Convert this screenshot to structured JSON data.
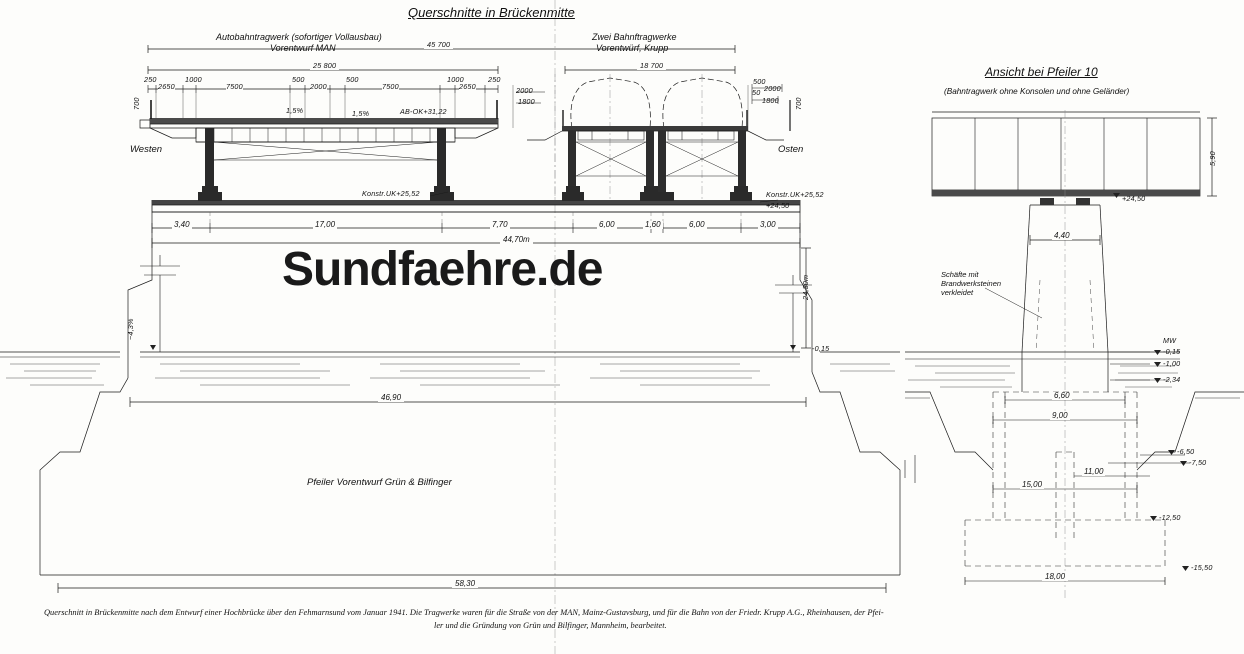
{
  "sheet": {
    "title": "Querschnitte in Brückenmitte",
    "watermark": "Sundfaehre.de",
    "caption_line1": "Querschnitt in Brückenmitte nach dem Entwurf einer Hochbrücke über den Fehmarnsund vom Januar 1941. Die Tragwerke waren für die Straße von der MAN, Mainz-Gustavsburg, und für die Bahn von der Friedr. Krupp A.G., Rheinhausen, der Pfei-",
    "caption_line2": "ler und die Gründung von Grün und Bilfinger, Mannheim, bearbeitet."
  },
  "left_section": {
    "heading_road_1": "Autobahntragwerk (sofortiger Vollausbau)",
    "heading_road_2": "Vorentwurf MAN",
    "heading_rail_1": "Zwei Bahnftragwerke",
    "heading_rail_2": "Vorentwürf, Krupp",
    "orientation_west": "Westen",
    "orientation_east": "Osten",
    "pier_note": "Pfeiler Vorentwurf Grün & Bilfinger",
    "level_konstr_uk_left": "Konstr.UK+25,52",
    "level_konstr_uk_right": "Konstr.UK+25,52",
    "level_ab_ok": "AB-OK+31,22",
    "level_plus_2450": "+24,50",
    "slope_left": "1,5%",
    "slope_right": "1,5%",
    "slope_embankment": "~4,3%",
    "level_water": "-0,15",
    "height_24_30": "24,30m",
    "top_dims": [
      "45 700",
      "25 800",
      "18 700"
    ],
    "road_dims": [
      "250",
      "2650",
      "1000",
      "7500",
      "500",
      "2000",
      "500",
      "7500",
      "1000",
      "2650",
      "250"
    ],
    "road_edge_heights": [
      "700",
      "700"
    ],
    "rail_dims_left": [
      "2000",
      "1800"
    ],
    "rail_dims_right": [
      "500",
      "50",
      "2000",
      "1800"
    ],
    "pier_dims": [
      "3,40",
      "17,00",
      "7,70",
      "6,00",
      "1,60",
      "6,00",
      "3,00"
    ],
    "total_width": "44,70m",
    "base_width": "46,90",
    "foundation_width": "58,30"
  },
  "right_section": {
    "title": "Ansicht bei Pfeiler 10",
    "subtitle": "(Bahntragwerk ohne Konsolen und ohne Geländer)",
    "shaft_note_1": "Schäfte mit",
    "shaft_note_2": "Brandwerksteinen",
    "shaft_note_3": "verkleidet",
    "girder_height": "5,90",
    "level_top": "+24,50",
    "pier_width_top": "4,40",
    "water_label": "MW",
    "levels": [
      "-0,15",
      "-1,00",
      "-2,34",
      "-6,50",
      "-7,50",
      "-12,50",
      "-15,50"
    ],
    "found_dims": [
      "6,60",
      "9,00",
      "11,00",
      "15,00",
      "18,00"
    ]
  }
}
